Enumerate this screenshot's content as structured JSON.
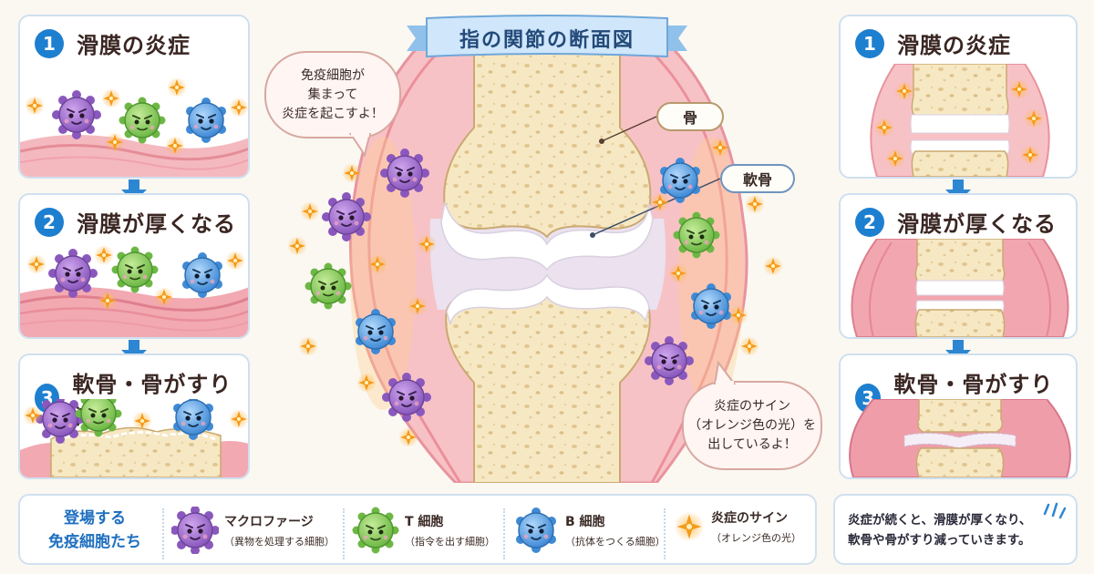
{
  "title": "指の関節の断面図",
  "left_steps": [
    {
      "num": "1",
      "title": "滑膜の炎症"
    },
    {
      "num": "2",
      "title": "滑膜が厚くなる"
    },
    {
      "num": "3",
      "title": "軟骨・骨がすり減る"
    }
  ],
  "right_steps": [
    {
      "num": "1",
      "title": "滑膜の炎症"
    },
    {
      "num": "2",
      "title": "滑膜が厚くなる"
    },
    {
      "num": "3",
      "title": "軟骨・骨がすり減る"
    }
  ],
  "labels": {
    "bone": "骨",
    "cartilage": "軟骨"
  },
  "bubbles": {
    "immune": [
      "免疫細胞が",
      "集まって",
      "炎症を起こすよ！"
    ],
    "sign": [
      "炎症のサイン",
      "（オレンジ色の光）を",
      "出しているよ！"
    ]
  },
  "legend": {
    "heading": [
      "登場する",
      "免疫細胞たち"
    ],
    "items": [
      {
        "name": "マクロファージ",
        "desc": "（異物を処理する細胞）",
        "color": "#9a6cc8"
      },
      {
        "name": "T 細胞",
        "desc": "（指令を出す細胞）",
        "color": "#86c85a"
      },
      {
        "name": "B 細胞",
        "desc": "（抗体をつくる細胞）",
        "color": "#5a9ede"
      },
      {
        "name": "炎症のサイン",
        "desc": "（オレンジ色の光）",
        "color": "#f5a020"
      }
    ]
  },
  "summary": [
    "炎症が続くと、滑膜が厚くなり、",
    "軟骨や骨がすり減っていきます。"
  ],
  "colors": {
    "accent": "#1d7fd0",
    "panel_border": "#cfe0ef",
    "bone": "#f6e6bf",
    "synovium": "#ee9fa8",
    "macrophage": "#9a6cc8",
    "t_cell": "#86c85a",
    "b_cell": "#5a9ede",
    "spark": "#f5a020"
  }
}
